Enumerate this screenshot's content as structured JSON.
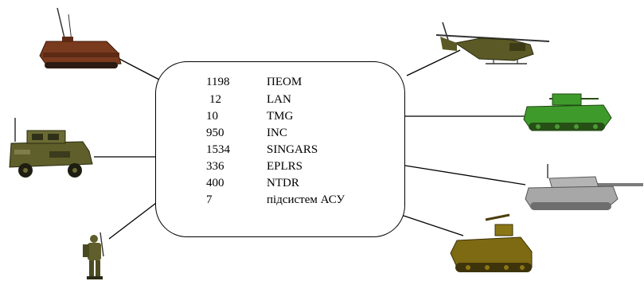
{
  "stats": [
    {
      "count": "1198",
      "label": "ПЕОМ"
    },
    {
      "count": "12",
      "label": "LAN"
    },
    {
      "count": "10",
      "label": "TMG"
    },
    {
      "count": "950",
      "label": "INC"
    },
    {
      "count": "1534",
      "label": "SINGARS"
    },
    {
      "count": "336",
      "label": "EPLRS"
    },
    {
      "count": "400",
      "label": "NTDR"
    },
    {
      "count": "7",
      "label": "підсистем АСУ"
    }
  ],
  "icons": [
    "apc-with-antenna-icon",
    "humvee-icon",
    "soldier-icon",
    "helicopter-icon",
    "infantry-fighting-vehicle-icon",
    "main-battle-tank-icon",
    "missile-carrier-vehicle-icon"
  ],
  "colors": {
    "apc_body": "#7a3a1e",
    "humvee": "#5e5f2a",
    "soldier": "#5f5e2c",
    "helicopter": "#5b5a26",
    "ifv": "#3f9a2c",
    "tank": "#a7a7a7",
    "carrier": "#7d6a12"
  }
}
